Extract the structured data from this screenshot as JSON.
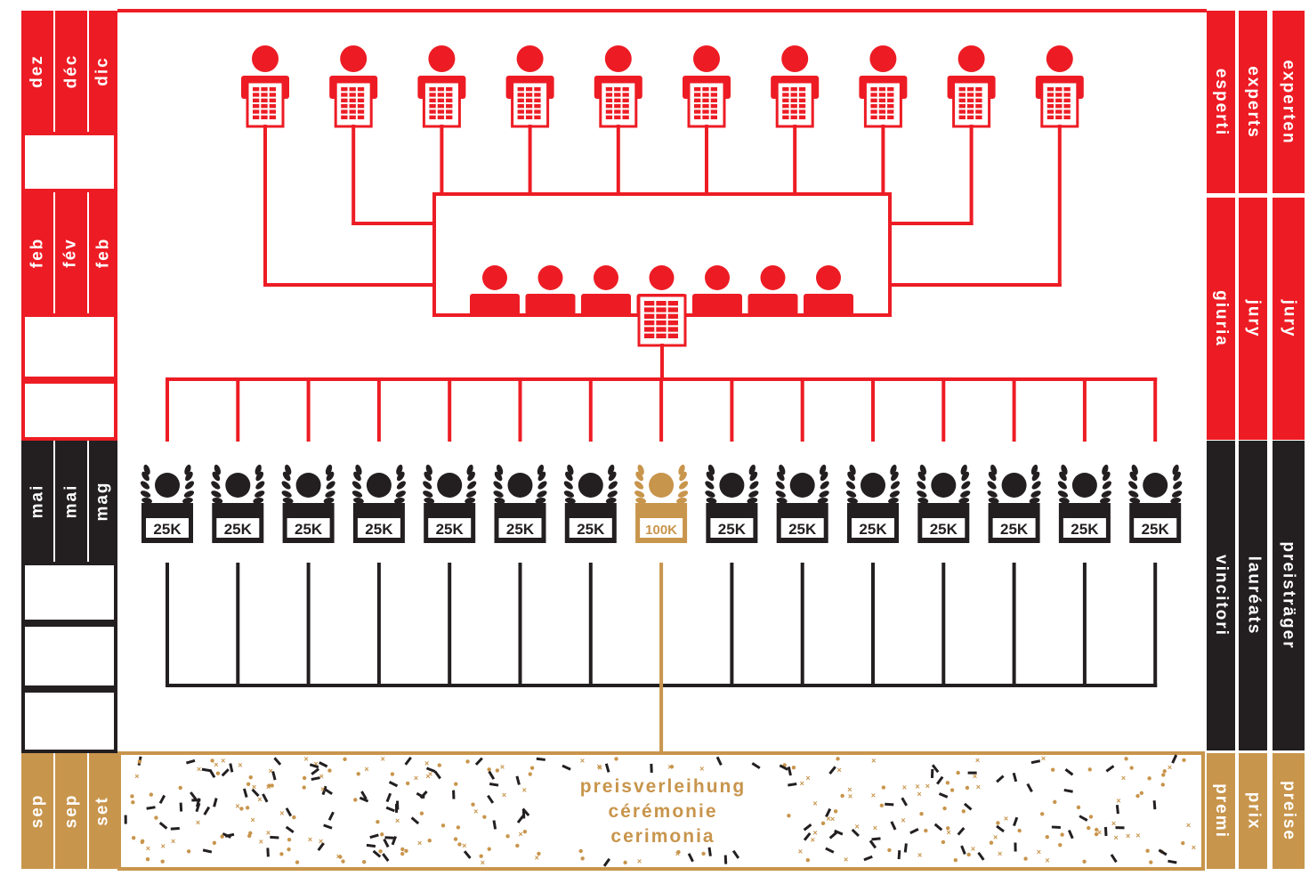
{
  "colors": {
    "red": "#ed1c24",
    "black": "#231f20",
    "gold": "#c8954c",
    "white": "#ffffff"
  },
  "months_left": [
    {
      "col": "de",
      "dec": "dez",
      "feb": "feb",
      "mai": "mai",
      "sep": "sep"
    },
    {
      "col": "fr",
      "dec": "déc",
      "feb": "fév",
      "mai": "mai",
      "sep": "sep"
    },
    {
      "col": "it",
      "dec": "dic",
      "feb": "feb",
      "mai": "mag",
      "sep": "set"
    }
  ],
  "roles_right": [
    {
      "col": "it",
      "experts": "esperti",
      "jury": "giuria",
      "winners": "vincitori",
      "prizes": "premi"
    },
    {
      "col": "fr",
      "experts": "experts",
      "jury": "jury",
      "winners": "lauréats",
      "prizes": "prix"
    },
    {
      "col": "de",
      "experts": "experten",
      "jury": "jury",
      "winners": "preisträger",
      "prizes": "preise"
    }
  ],
  "ceremony": {
    "line1": "preisverleihung",
    "line2": "cérémonie",
    "line3": "cerimonia"
  },
  "diagram": {
    "expert_count": 10,
    "jury_member_count": 7,
    "laureates": [
      {
        "amount": "25K",
        "grand": false
      },
      {
        "amount": "25K",
        "grand": false
      },
      {
        "amount": "25K",
        "grand": false
      },
      {
        "amount": "25K",
        "grand": false
      },
      {
        "amount": "25K",
        "grand": false
      },
      {
        "amount": "25K",
        "grand": false
      },
      {
        "amount": "25K",
        "grand": false
      },
      {
        "amount": "100K",
        "grand": true
      },
      {
        "amount": "25K",
        "grand": false
      },
      {
        "amount": "25K",
        "grand": false
      },
      {
        "amount": "25K",
        "grand": false
      },
      {
        "amount": "25K",
        "grand": false
      },
      {
        "amount": "25K",
        "grand": false
      },
      {
        "amount": "25K",
        "grand": false
      },
      {
        "amount": "25K",
        "grand": false
      }
    ]
  },
  "icons": {
    "expert": "person-with-document-icon",
    "jury": "seated-person-icon",
    "laureate": "laurel-wreath-icon",
    "document": "document-icon"
  }
}
